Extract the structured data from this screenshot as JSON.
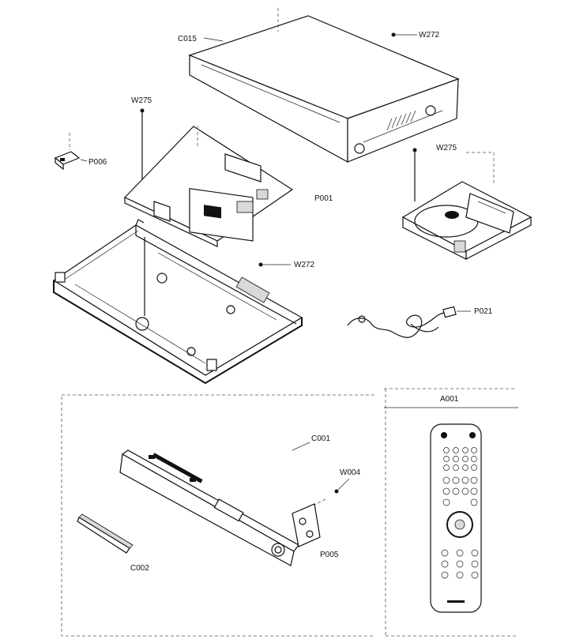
{
  "parts": {
    "top_cover": "C015",
    "screw_cover": "W272",
    "screw_pcb": "W275",
    "bracket": "P006",
    "main_pcb": "P001",
    "screw_chassis": "W272",
    "screw_deck": "W275",
    "cable": "P021",
    "front_panel": "C001",
    "screw_front": "W004",
    "door": "C002",
    "front_pcb": "P005",
    "remote": "A001"
  }
}
